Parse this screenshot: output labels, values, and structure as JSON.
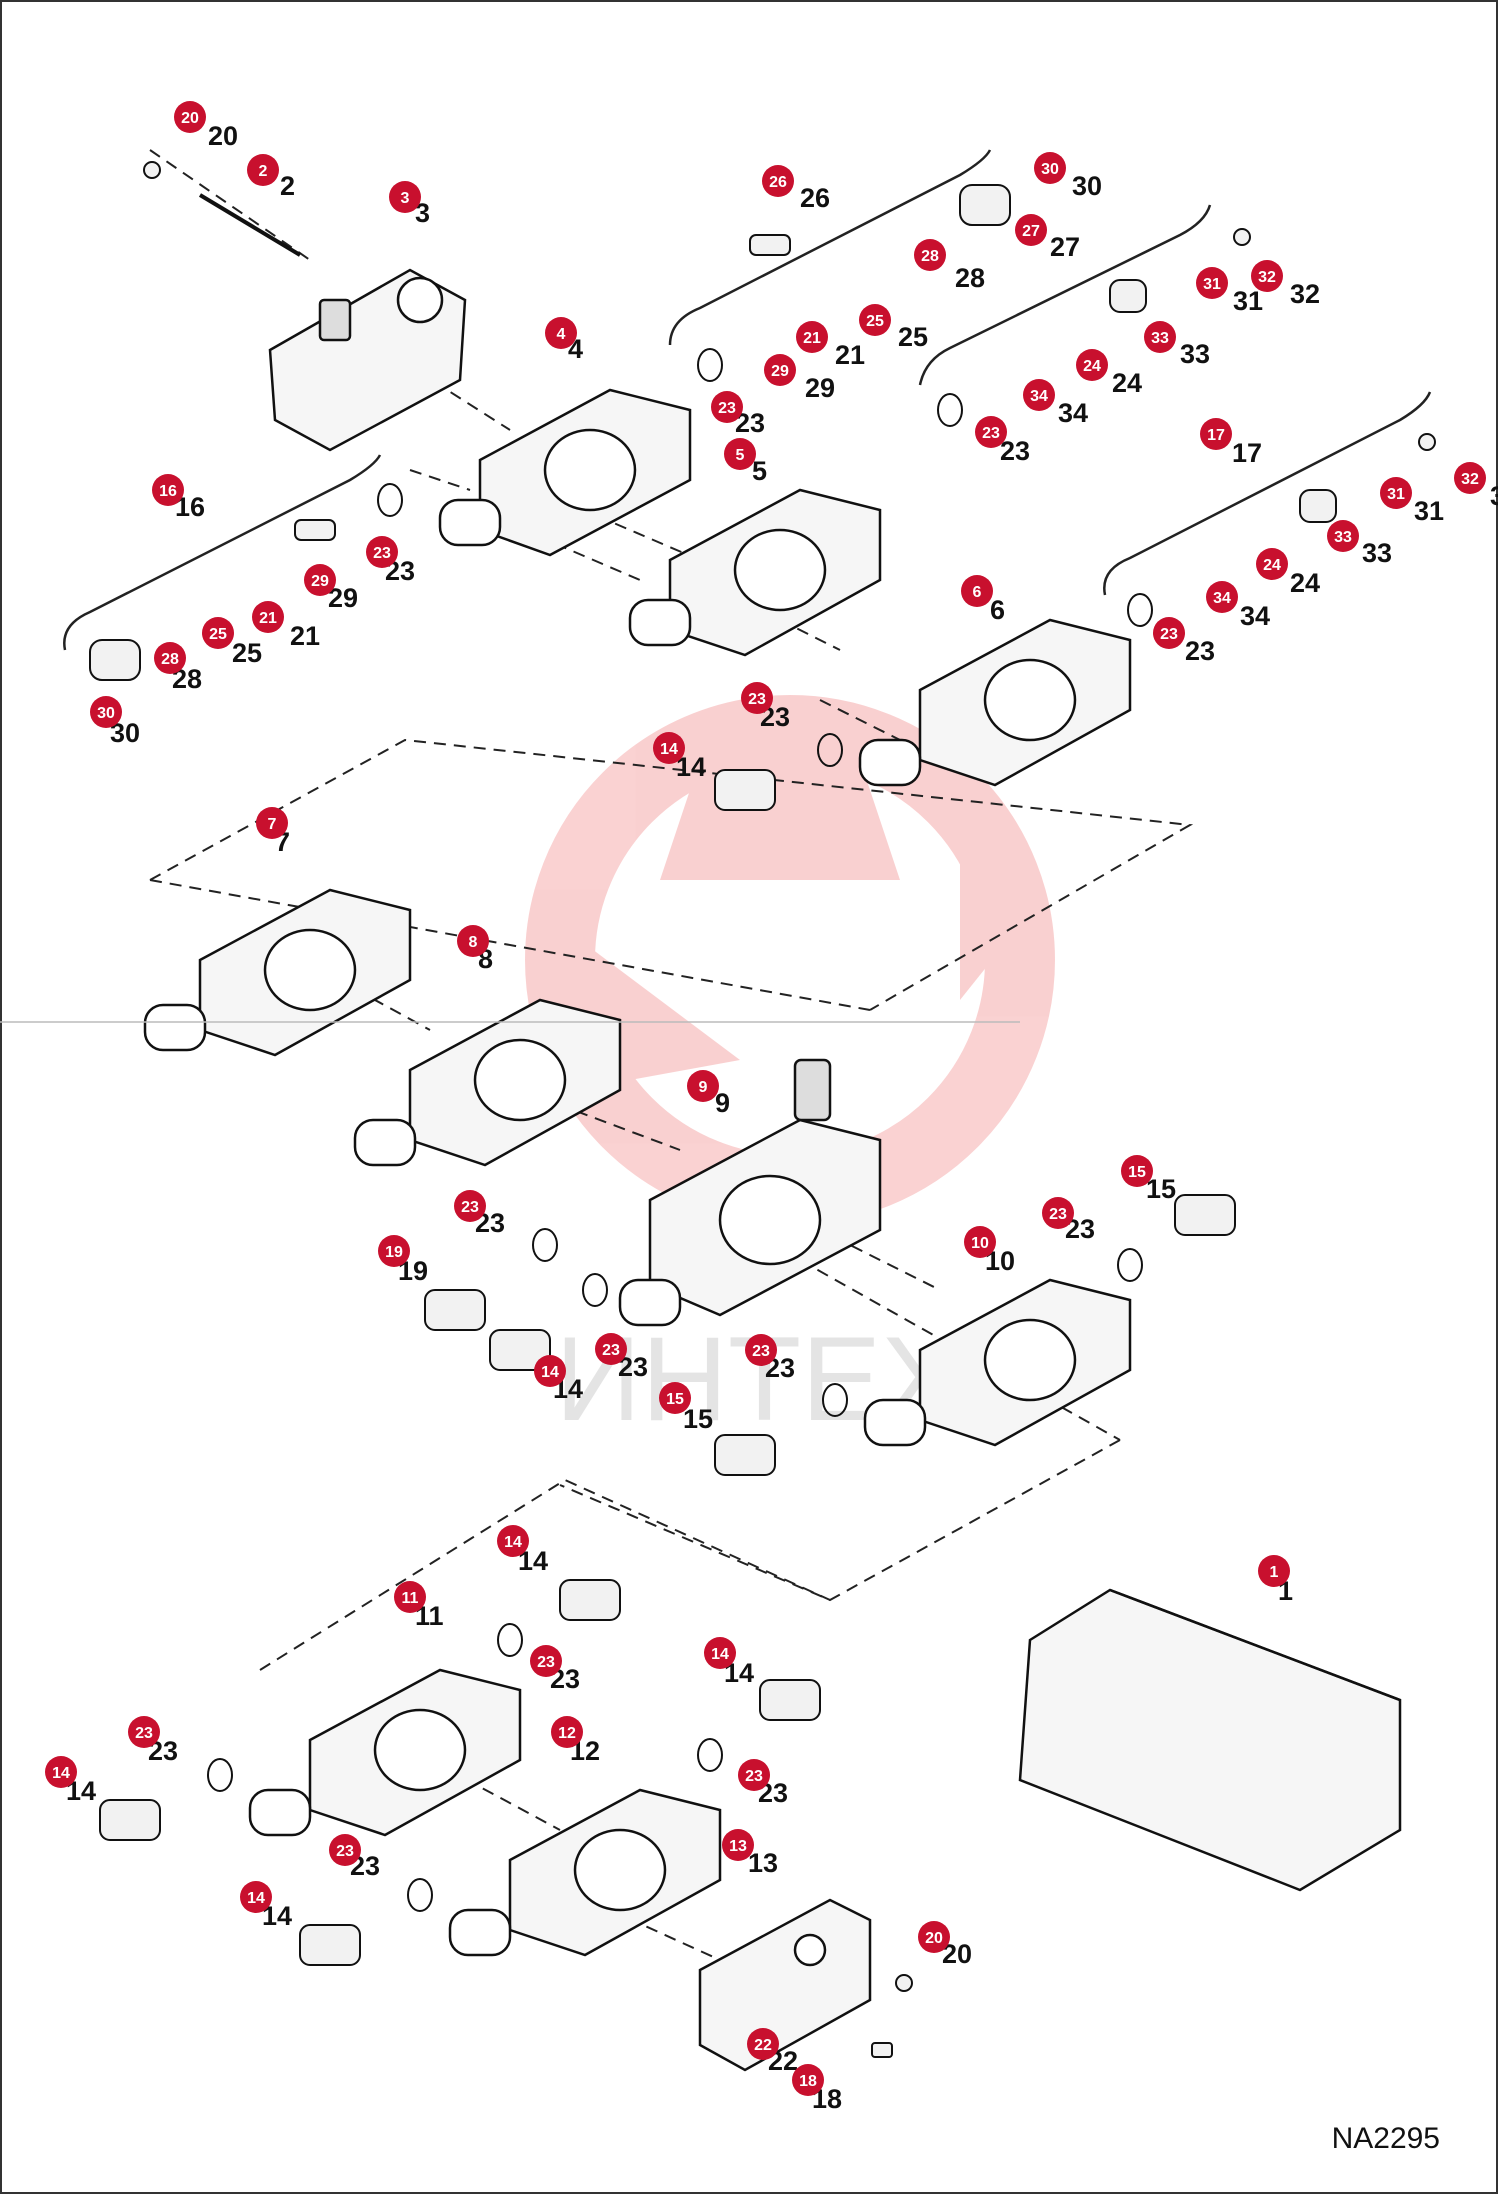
{
  "diagram_code": "NA2295",
  "watermark_text": "ИНТЕХ",
  "badge_color": "#c8102e",
  "callouts": [
    {
      "n": "20"
    },
    {
      "n": "2"
    },
    {
      "n": "3"
    },
    {
      "n": "26"
    },
    {
      "n": "30"
    },
    {
      "n": "27"
    },
    {
      "n": "28"
    },
    {
      "n": "4"
    },
    {
      "n": "21"
    },
    {
      "n": "25"
    },
    {
      "n": "29"
    },
    {
      "n": "23"
    },
    {
      "n": "31"
    },
    {
      "n": "32"
    },
    {
      "n": "33"
    },
    {
      "n": "24"
    },
    {
      "n": "34"
    },
    {
      "n": "23"
    },
    {
      "n": "5"
    },
    {
      "n": "16"
    },
    {
      "n": "23"
    },
    {
      "n": "29"
    },
    {
      "n": "21"
    },
    {
      "n": "25"
    },
    {
      "n": "28"
    },
    {
      "n": "30"
    },
    {
      "n": "17"
    },
    {
      "n": "31"
    },
    {
      "n": "32"
    },
    {
      "n": "33"
    },
    {
      "n": "24"
    },
    {
      "n": "34"
    },
    {
      "n": "23"
    },
    {
      "n": "6"
    },
    {
      "n": "23"
    },
    {
      "n": "14"
    },
    {
      "n": "7"
    },
    {
      "n": "8"
    },
    {
      "n": "9"
    },
    {
      "n": "23"
    },
    {
      "n": "19"
    },
    {
      "n": "14"
    },
    {
      "n": "23"
    },
    {
      "n": "15"
    },
    {
      "n": "23"
    },
    {
      "n": "10"
    },
    {
      "n": "23"
    },
    {
      "n": "15"
    },
    {
      "n": "14"
    },
    {
      "n": "11"
    },
    {
      "n": "23"
    },
    {
      "n": "1"
    },
    {
      "n": "14"
    },
    {
      "n": "23"
    },
    {
      "n": "12"
    },
    {
      "n": "23"
    },
    {
      "n": "14"
    },
    {
      "n": "23"
    },
    {
      "n": "14"
    },
    {
      "n": "13"
    },
    {
      "n": "20"
    },
    {
      "n": "22"
    },
    {
      "n": "18"
    }
  ]
}
